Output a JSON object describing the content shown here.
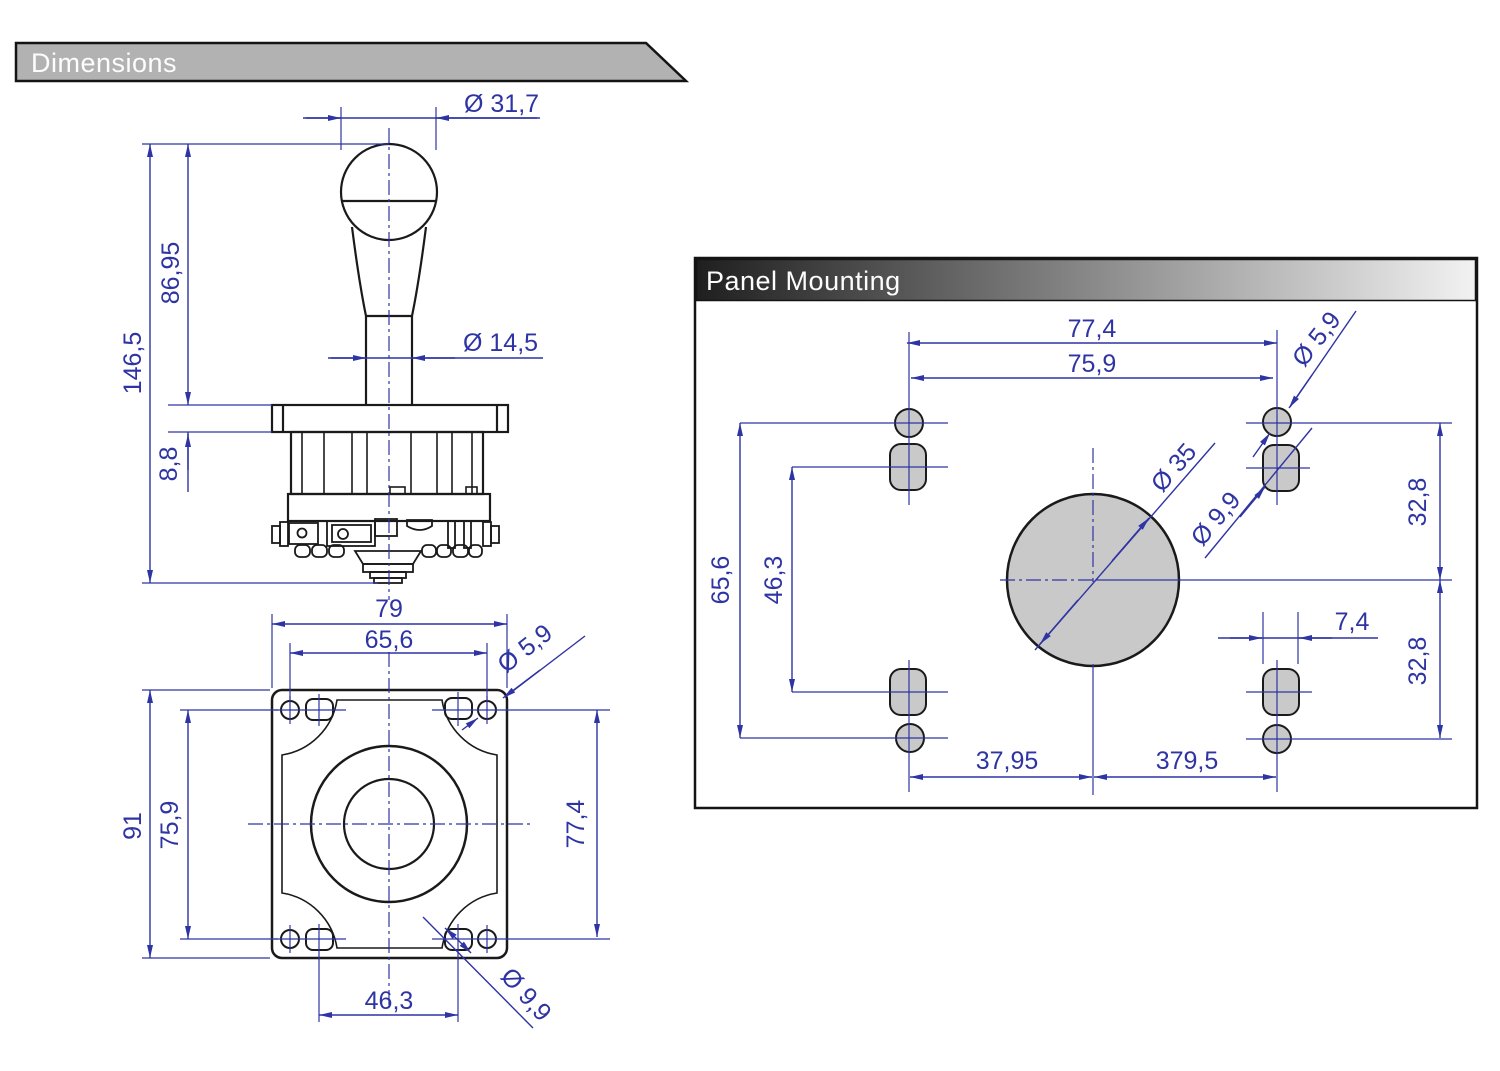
{
  "headers": {
    "dimensions": "Dimensions",
    "panel_mounting": "Panel Mounting"
  },
  "colors": {
    "dimension_blue": "#2e34a3",
    "drawing_black": "#1a1a1a",
    "hole_fill_gray": "#c9c9c9",
    "banner_gray": "#b2b2b2",
    "header_gradient_start": "#1f1f1f",
    "header_gradient_end": "#f2f2f2"
  },
  "side_view": {
    "labels": {
      "knob_diameter": "Ø 31,7",
      "shaft_diameter": "Ø 14,5",
      "knob_height": "86,95",
      "total_height": "146,5",
      "flange_thickness": "8,8"
    }
  },
  "plate_view": {
    "labels": {
      "plate_width": "79",
      "hole_span_x": "65,6",
      "corner_hole_diameter": "Ø 5,9",
      "plate_height": "91",
      "hole_span_y": "75,9",
      "slot_span_y": "77,4",
      "slot_span_x": "46,3",
      "slot_diameter": "Ø 9,9"
    }
  },
  "panel_view": {
    "labels": {
      "slot_span_x": "77,4",
      "hole_span_x": "75,9",
      "hole_diameter": "Ø 5,9",
      "center_hole_diameter": "Ø 35",
      "slot_diameter": "Ø 9,9",
      "hole_span_y": "65,6",
      "slot_span_y": "46,3",
      "upper_row_offset": "32,8",
      "lower_row_offset": "32,8",
      "slot_width": "7,4",
      "left_center_offset": "37,95",
      "right_center_offset": "379,5"
    }
  }
}
